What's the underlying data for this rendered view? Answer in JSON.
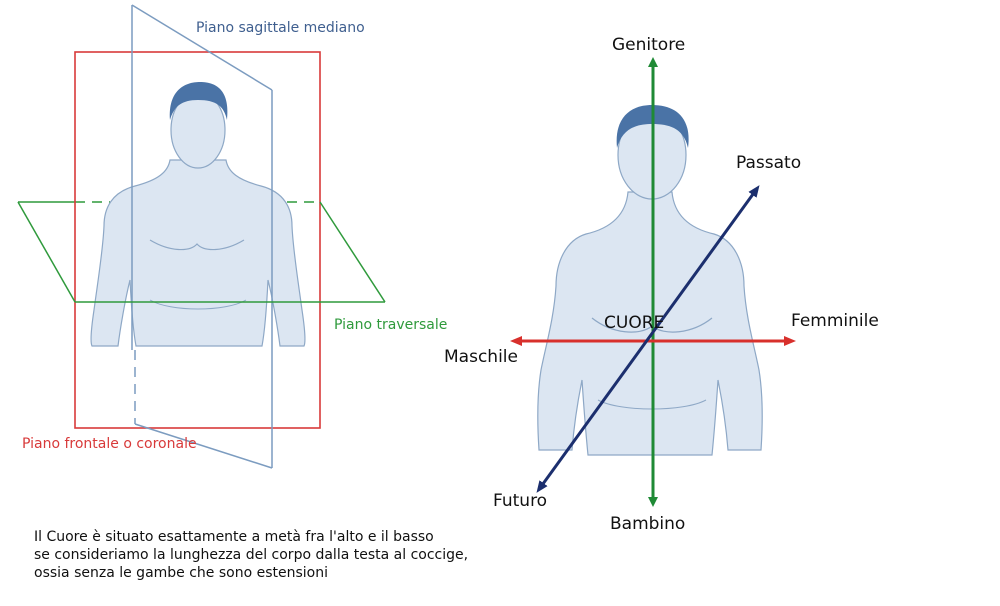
{
  "colors": {
    "skin": "#dce6f2",
    "skin_outline": "#8ea8c6",
    "hair": "#4a73a6",
    "sagittal": "#7c9cc0",
    "frontal": "#d83a3a",
    "transversal": "#2f9a3c",
    "vertical_axis": "#1f8a35",
    "horizontal_axis": "#d8302c",
    "diagonal_axis": "#1c2f6e",
    "text": "#111111"
  },
  "left_diagram": {
    "sagittal_label": "Piano sagittale mediano",
    "transversal_label": "Piano traversale",
    "frontal_label": "Piano frontale o coronale"
  },
  "right_diagram": {
    "top_label": "Genitore",
    "bottom_label": "Bambino",
    "right_label": "Femminile",
    "left_label": "Maschile",
    "upper_right_label": "Passato",
    "lower_left_label": "Futuro",
    "center_label": "CUORE"
  },
  "caption": {
    "line1": "Il Cuore è situato esattamente a metà fra l'alto e il basso",
    "line2": "se consideriamo la lunghezza del corpo dalla testa al coccige,",
    "line3": "ossia senza le gambe che sono estensioni"
  }
}
